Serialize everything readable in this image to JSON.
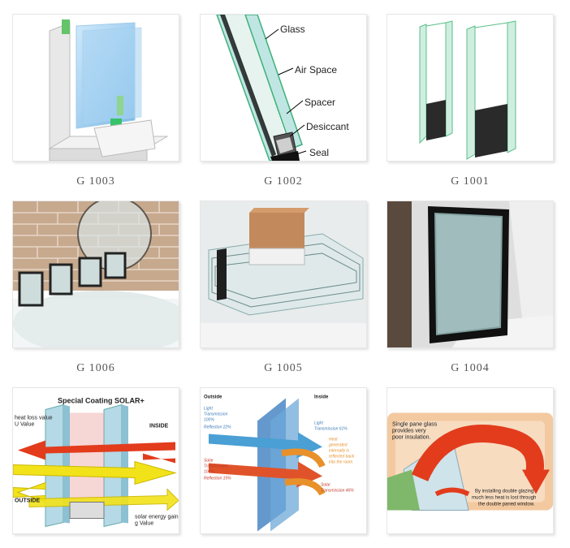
{
  "products": [
    {
      "code": "G 1003"
    },
    {
      "code": "G 1002",
      "labels": [
        "Glass",
        "Air Space",
        "Spacer",
        "Desiccant",
        "Seal"
      ]
    },
    {
      "code": "G 1001"
    },
    {
      "code": "G 1006"
    },
    {
      "code": "G 1005"
    },
    {
      "code": "G 1004"
    },
    {
      "code": "",
      "labels": {
        "title": "Special Coating SOLAR+",
        "heat_loss_1": "heat loss value",
        "heat_loss_2": "U Value",
        "inside": "INSIDE",
        "outside": "OUTSIDE",
        "solar_gain_1": "solar energy gain",
        "solar_gain_2": "g Value"
      }
    },
    {
      "code": "",
      "labels": {
        "outside": "Outside",
        "inside": "Inside",
        "lt_left_1": "Light",
        "lt_left_2": "Transmission",
        "lt_left_3": "100%",
        "refl_22": "Reflection 22%",
        "st_left_1": "Solar",
        "st_left_2": "Transmission",
        "st_left_3": "100%",
        "refl_15": "Reflection 15%",
        "lt_right_1": "Light",
        "lt_right_2": "Transmission 61%",
        "heat_1": "Heat",
        "heat_2": "generated",
        "heat_3": "internally is",
        "heat_4": "reflected back",
        "heat_5": "into the room",
        "st_right_1": "Solar",
        "st_right_2": "Transmission 46%"
      }
    },
    {
      "code": "",
      "labels": {
        "single_1": "Single pane glass",
        "single_2": "provides very",
        "single_3": "poor insulation.",
        "double_1": "By installing double glazing",
        "double_2": "much less heat is lost through",
        "double_3": "the double paned window."
      }
    }
  ],
  "colors": {
    "glass": "#bfe6e2",
    "glass_edge": "#3fb07a",
    "frame": "#2a2a2a",
    "red_arrow": "#e23c1d",
    "yellow_arrow": "#f2e21a",
    "blue_arrow": "#4a9fd4"
  }
}
